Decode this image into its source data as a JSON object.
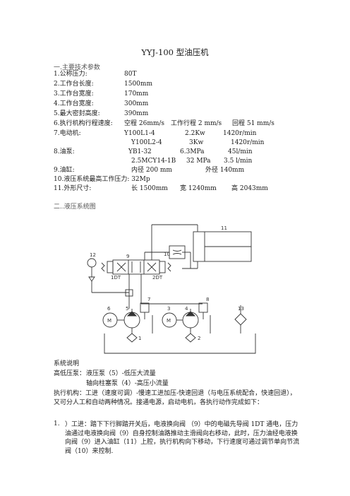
{
  "title": "YYJ-100 型油压机",
  "section1": "一.主要技术参数",
  "specs": [
    {
      "label": "1.公称压力:",
      "value": "80T"
    },
    {
      "label": "2.工作台长度:",
      "value": "1500mm"
    },
    {
      "label": "3.工作台宽度:",
      "value": "170mm"
    },
    {
      "label": "4.工作台宽度:",
      "value": "300mm"
    },
    {
      "label": "5.最大密封高度:",
      "value": "390mm"
    }
  ],
  "speed": {
    "label": "6.执行机构行程速度:",
    "empty": "空程 26mm/s",
    "work": "工作行程 2 mm/s",
    "return": "回程 51 mm/s"
  },
  "motor": {
    "label": "7.电动机:",
    "r1": [
      "Y100L1-4",
      "2.2Kw",
      "1420r/min"
    ],
    "r2": [
      "Y100L2-4",
      "3Kw",
      "1420r/min"
    ]
  },
  "pump": {
    "label": "8.油泵:",
    "r1": [
      "YB1-32",
      "6.3MPa",
      "45l/min"
    ],
    "r2": [
      "2.5MCY14-1B",
      "32 MPa",
      "3.5 l/min"
    ]
  },
  "cylinder": {
    "label": "9.油缸:",
    "inner": "内径 200 mm",
    "outer": "外径 140mm"
  },
  "pressure": "10.液压系统最高工作压力: 32Mp",
  "size": {
    "label": "11.外形尺寸:",
    "l": "长 1500mm",
    "w": "宽 1240mm",
    "h": "高 2043mm"
  },
  "section2": "二..液压系统图",
  "diagram": {
    "labels": {
      "n1": "1",
      "n2": "2",
      "n3": "3",
      "n4": "4",
      "n5": "5",
      "n6": "6",
      "n7": "7",
      "n8": "8",
      "n9": "9",
      "n10": "10",
      "n11": "11",
      "n12": "12",
      "n13": "13",
      "dt1": "1DT",
      "dt2": "2DT",
      "m1": "M",
      "m2": "M"
    }
  },
  "desc": {
    "title": "系统说明",
    "hp_label": "高低压泵：",
    "hp1": "液压泵（5）-低压大流量",
    "hp2": "轴向柱塞泵（4）-高压小流量",
    "para": "执行机构：工进（速度可调）-慢速工进加压-快速回退（与电压系统配合，快速回退），又可分人工和自动两种情况。接通电源，启动电机，各执行动作完成如下：",
    "item_num": "1.",
    "item": "）工进：踏下下行脚踏开关后，电液换向阀 （9）中的电磁先导阀 1DT 通电，压力油通过电液换向阀（9）自身控制油路推动主滑阀向右移动，此时，压力油经电液换向阀（9）进入油缸（11）上腔，执行机构向下移动，下行速度可通过调节单向节流阀（10）来控制."
  }
}
